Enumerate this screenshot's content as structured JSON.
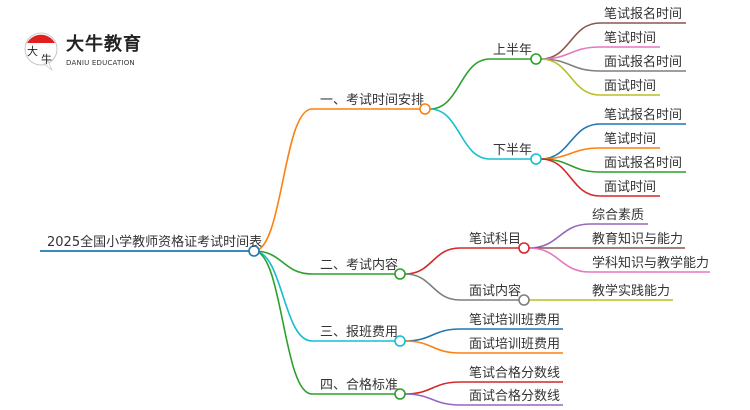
{
  "logo": {
    "name": "大牛教育",
    "subtitle": "DANIU EDUCATION",
    "mark_text": "大牛"
  },
  "root": {
    "label": "2025全国小学教师资格证考试时间表",
    "color": "#1f77b4"
  },
  "branches": [
    {
      "label": "一、考试时间安排",
      "color": "#ff7f0e",
      "children": [
        {
          "label": "上半年",
          "color": "#2ca02c",
          "children": [
            {
              "label": "笔试报名时间",
              "color": "#8c564b"
            },
            {
              "label": "笔试时间",
              "color": "#e377c2"
            },
            {
              "label": "面试报名时间",
              "color": "#7f7f7f"
            },
            {
              "label": "面试时间",
              "color": "#bcbd22"
            }
          ]
        },
        {
          "label": "下半年",
          "color": "#17becf",
          "children": [
            {
              "label": "笔试报名时间",
              "color": "#1f77b4"
            },
            {
              "label": "笔试时间",
              "color": "#ff7f0e"
            },
            {
              "label": "面试报名时间",
              "color": "#2ca02c"
            },
            {
              "label": "面试时间",
              "color": "#d62728"
            }
          ]
        }
      ]
    },
    {
      "label": "二、考试内容",
      "color": "#2ca02c",
      "children": [
        {
          "label": "笔试科目",
          "color": "#d62728",
          "children": [
            {
              "label": "综合素质",
              "color": "#9467bd"
            },
            {
              "label": "教育知识与能力",
              "color": "#8c564b"
            },
            {
              "label": "学科知识与教学能力",
              "color": "#e377c2"
            }
          ]
        },
        {
          "label": "面试内容",
          "color": "#7f7f7f",
          "children": [
            {
              "label": "教学实践能力",
              "color": "#bcbd22"
            }
          ]
        }
      ]
    },
    {
      "label": "三、报班费用",
      "color": "#17becf",
      "children": [
        {
          "label": "笔试培训班费用",
          "color": "#1f77b4"
        },
        {
          "label": "面试培训班费用",
          "color": "#ff7f0e"
        }
      ]
    },
    {
      "label": "四、合格标准",
      "color": "#2ca02c",
      "children": [
        {
          "label": "笔试合格分数线",
          "color": "#d62728"
        },
        {
          "label": "面试合格分数线",
          "color": "#9467bd"
        }
      ]
    }
  ]
}
